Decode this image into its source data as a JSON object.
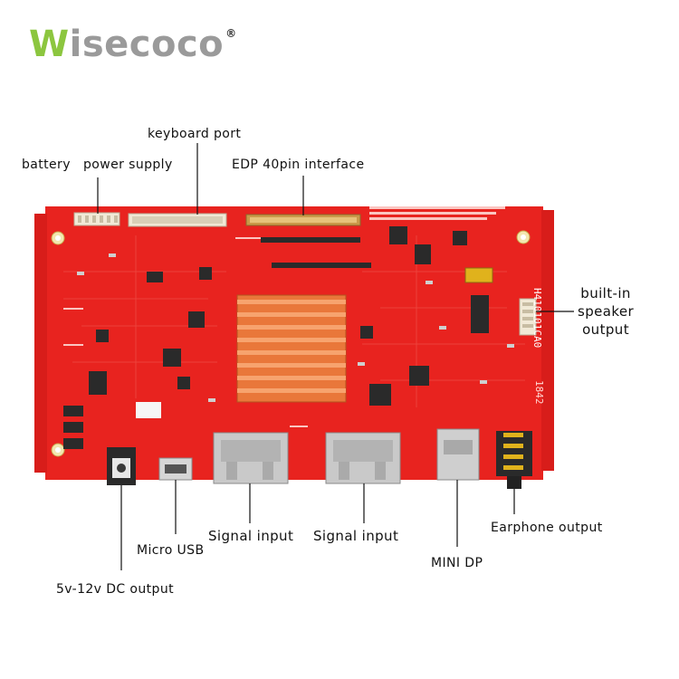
{
  "brand": {
    "logo_w": "W",
    "logo_rest": "isecoco",
    "registered": "®"
  },
  "labels": {
    "battery": "battery",
    "power_supply": "power supply",
    "keyboard_port": "keyboard port",
    "edp_interface": "EDP 40pin interface",
    "builtin_line1": "built-in",
    "builtin_line2": "speaker",
    "builtin_line3": "output",
    "dc_output": "5v-12v DC output",
    "micro_usb": "Micro USB",
    "signal_input_1": "Signal input",
    "signal_input_2": "Signal input",
    "mini_dp": "MINI DP",
    "earphone_output": "Earphone output"
  },
  "board_text": {
    "vertical_code": "H410101CA0",
    "side_code": "1842"
  },
  "colors": {
    "pcb": "#e8231f",
    "heatsink": "#e9773a",
    "port_metal": "#c9c9c9",
    "logo_green": "#8cc63f",
    "logo_gray": "#9a9a9a"
  }
}
